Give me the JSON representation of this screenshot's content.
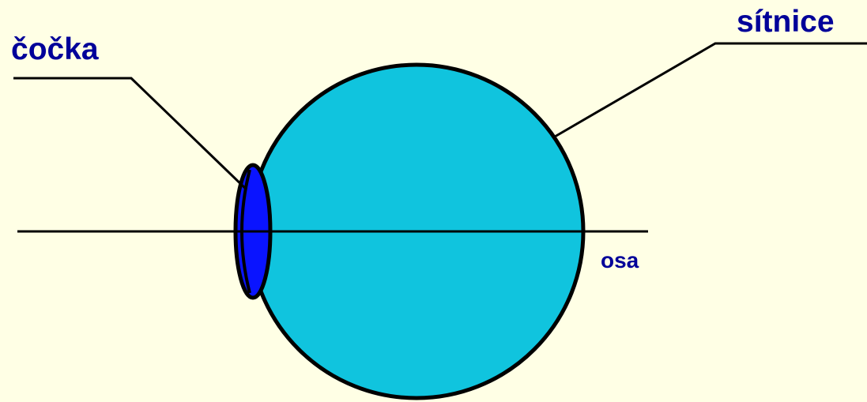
{
  "labels": {
    "lens": "čočka",
    "retina": "sítnice",
    "axis": "osa"
  },
  "colors": {
    "background": "#FFFFE5",
    "eyeball": "#10C4DE",
    "lens": "#0A14FF",
    "outline": "#000000",
    "label_text": "#000099"
  }
}
